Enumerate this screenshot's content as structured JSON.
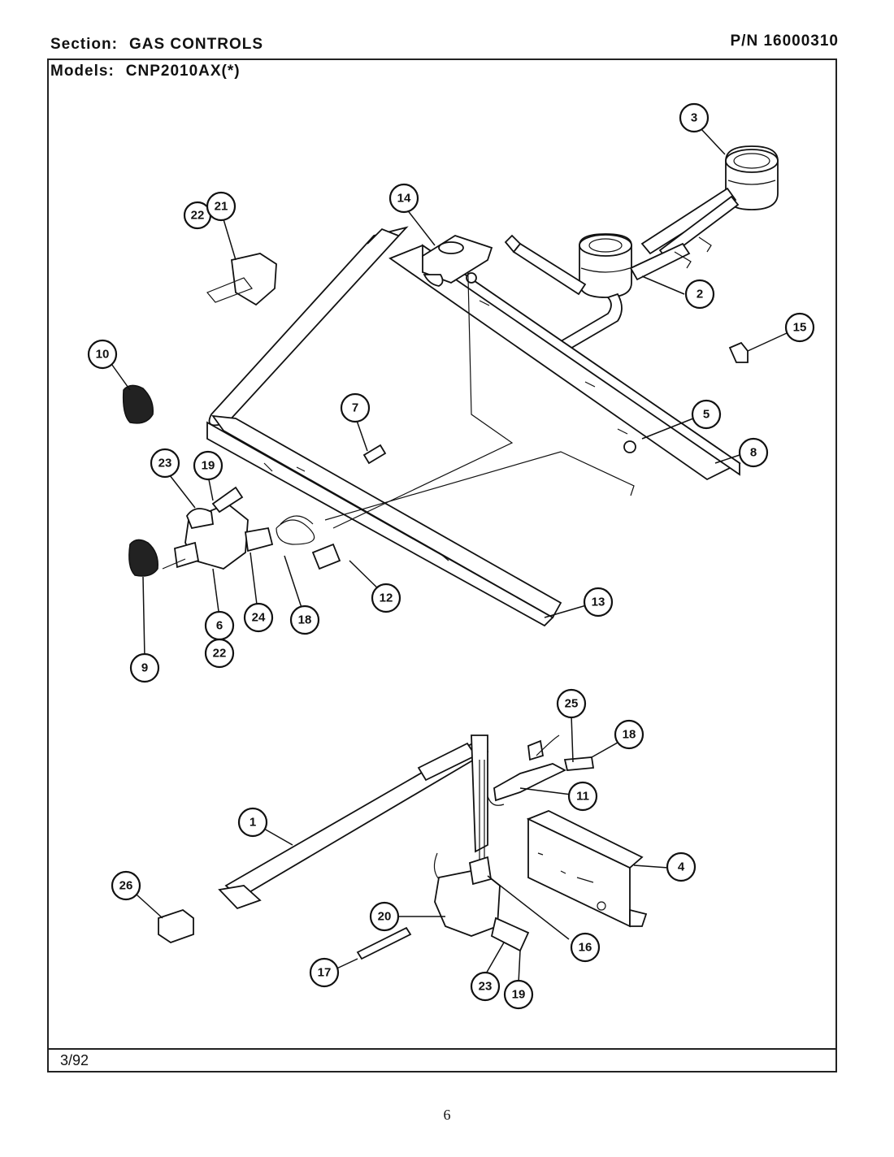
{
  "header": {
    "section_label": "Section:",
    "section_value": "GAS CONTROLS",
    "models_label": "Models:",
    "models_value": "CNP2010AX(*)",
    "part_number": "P/N 16000310"
  },
  "footer": {
    "date": "3/92",
    "page_number": "6"
  },
  "callouts": {
    "c1": "1",
    "c2": "2",
    "c3": "3",
    "c4": "4",
    "c5": "5",
    "c6": "6",
    "c7": "7",
    "c8": "8",
    "c9": "9",
    "c10": "10",
    "c11": "11",
    "c12": "12",
    "c13": "13",
    "c14": "14",
    "c15": "15",
    "c16": "16",
    "c17": "17",
    "c18a": "18",
    "c18b": "18",
    "c19a": "19",
    "c19b": "19",
    "c20": "20",
    "c21": "21",
    "c22a": "22",
    "c22b": "22",
    "c23a": "23",
    "c23b": "23",
    "c24": "24",
    "c25": "25",
    "c26": "26"
  }
}
